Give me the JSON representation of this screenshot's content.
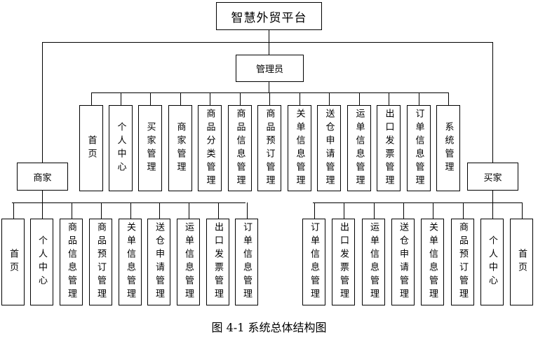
{
  "root": "智慧外贸平台",
  "admin": {
    "label": "管理员",
    "children": [
      "首页",
      "个人中心",
      "买家管理",
      "商家管理",
      "商品分类管理",
      "商品信息管理",
      "商品预订管理",
      "关单信息管理",
      "送仓申请管理",
      "运单信息管理",
      "出口发票管理",
      "订单信息管理",
      "系统管理"
    ]
  },
  "merchant": {
    "label": "商家",
    "children": [
      "首页",
      "个人中心",
      "商品信息管理",
      "商品预订管理",
      "关单信息管理",
      "送仓申请管理",
      "运单信息管理",
      "出口发票管理",
      "订单信息管理"
    ]
  },
  "buyer": {
    "label": "买家",
    "children": [
      "订单信息管理",
      "出口发票管理",
      "运单信息管理",
      "送仓申请管理",
      "关单信息管理",
      "商品预订管理",
      "个人中心",
      "首页"
    ]
  },
  "caption": "图 4-1 系统总体结构图"
}
